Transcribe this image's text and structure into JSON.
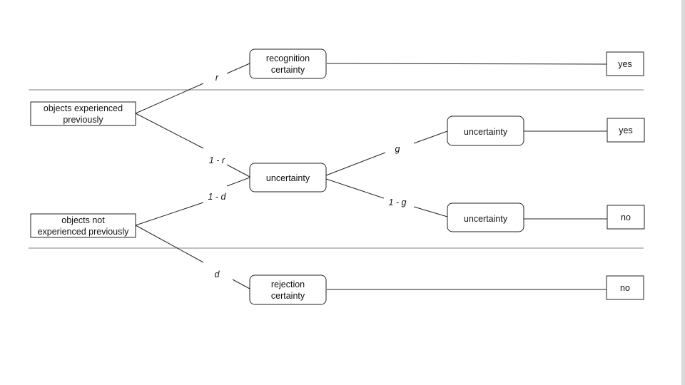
{
  "sources": {
    "experienced": {
      "line1": "objects experienced",
      "line2": "previously"
    },
    "not_experienced": {
      "line1": "objects not",
      "line2": "experienced previously"
    }
  },
  "states": {
    "recognition": {
      "line1": "recognition",
      "line2": "certainty"
    },
    "uncertainty_mid": {
      "label": "uncertainty"
    },
    "uncertainty_top": {
      "label": "uncertainty"
    },
    "uncertainty_bottom": {
      "label": "uncertainty"
    },
    "rejection": {
      "line1": "rejection",
      "line2": "certainty"
    }
  },
  "responses": {
    "yes_1": "yes",
    "yes_2": "yes",
    "no_1": "no",
    "no_2": "no"
  },
  "edge_labels": {
    "r": "r",
    "one_minus_r": "1 - r",
    "one_minus_d": "1 - d",
    "d": "d",
    "g": "g",
    "one_minus_g": "1 - g"
  }
}
